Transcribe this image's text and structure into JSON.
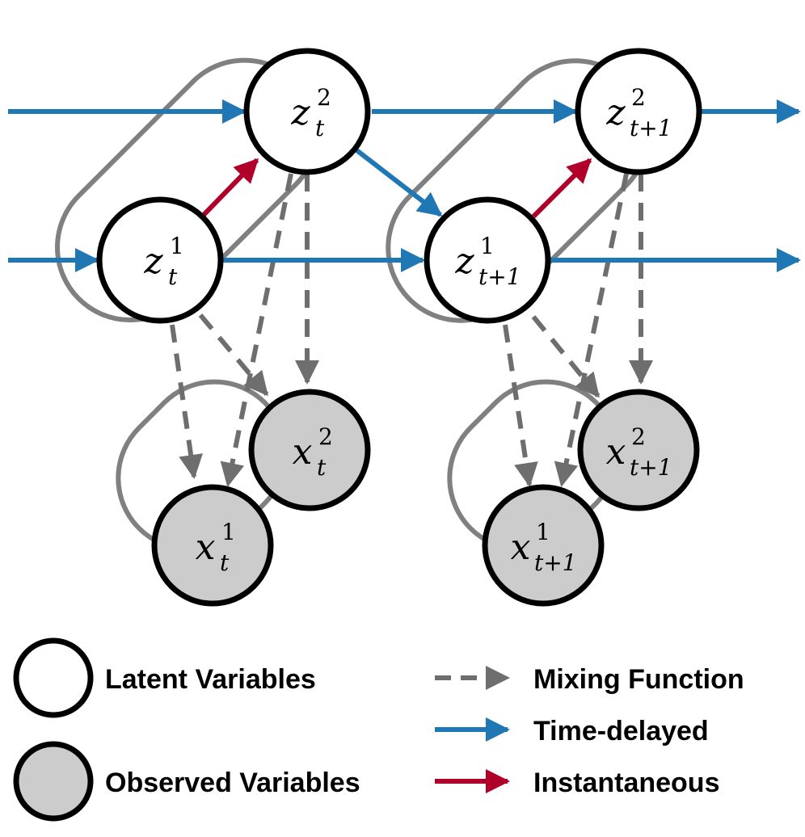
{
  "colors": {
    "time_delayed": "#1f77b4",
    "instantaneous": "#b0002a",
    "mixing": "#6e6e6e",
    "group_outline": "#808080",
    "observed_fill": "#cccccc"
  },
  "nodes": {
    "z_t_1": {
      "base": "z",
      "sup": "1",
      "sub": "t"
    },
    "z_t_2": {
      "base": "z",
      "sup": "2",
      "sub": "t"
    },
    "z_t1_1": {
      "base": "z",
      "sup": "1",
      "sub": "t+1"
    },
    "z_t1_2": {
      "base": "z",
      "sup": "2",
      "sub": "t+1"
    },
    "x_t_1": {
      "base": "x",
      "sup": "1",
      "sub": "t"
    },
    "x_t_2": {
      "base": "x",
      "sup": "2",
      "sub": "t"
    },
    "x_t1_1": {
      "base": "x",
      "sup": "1",
      "sub": "t+1"
    },
    "x_t1_2": {
      "base": "x",
      "sup": "2",
      "sub": "t+1"
    }
  },
  "legend": {
    "latent": "Latent Variables",
    "observed": "Observed Variables",
    "mixing": "Mixing Function",
    "time_delayed": "Time-delayed",
    "instantaneous": "Instantaneous"
  }
}
